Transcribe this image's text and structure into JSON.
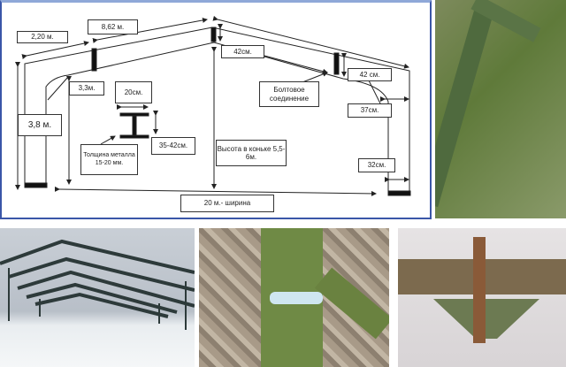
{
  "diagram": {
    "labels": {
      "eave_segment": "2,20 м.",
      "rafter_length": "8,62 м.",
      "ridge_depth": "42см.",
      "inner_column_height": "3,3м.",
      "flange_width": "20см.",
      "column_height": "3,8 м.",
      "beam_height": "35-42см.",
      "metal_thickness": "Толщина металла 15-20 мм.",
      "ridge_height": "Высота в коньке 5,5-6м.",
      "bolted_joint": "Болтовое соединение",
      "haunch_depth": "42 см.",
      "column_top_depth": "37см.",
      "column_base_depth": "32см.",
      "width": "20 м.- ширина"
    }
  },
  "colors": {
    "frame_border": "#3a56a8",
    "steel_green": "#5d7a4a"
  }
}
